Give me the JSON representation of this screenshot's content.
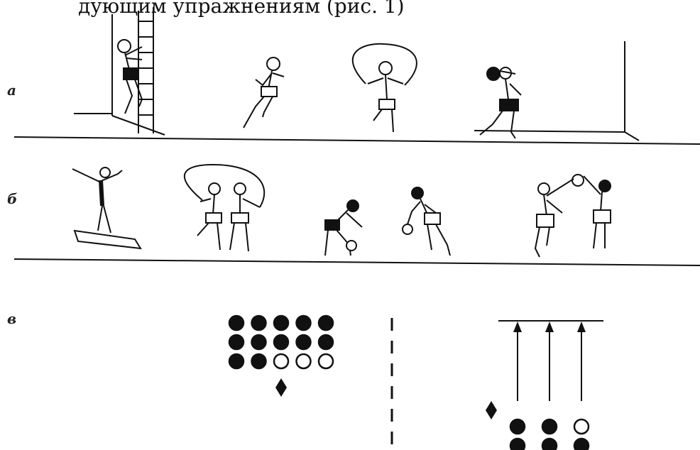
{
  "header": {
    "text": "дующим упражнениям (рис. 1)"
  },
  "rows": [
    {
      "label": "а",
      "items": [
        "wall-ladder-climber",
        "runner",
        "rope-jumper",
        "ball-thrower"
      ]
    },
    {
      "label": "б",
      "items": [
        "balance-beam-gymnast",
        "pair-rope-jumpers",
        "dribbler-left",
        "dribbler-right",
        "jump-ball-pair"
      ]
    },
    {
      "label": "в",
      "items": [
        "formation-grid",
        "dashed-divider",
        "column-formation-with-arrows"
      ]
    }
  ],
  "formation_grid": {
    "rows": [
      [
        "filled",
        "filled",
        "filled",
        "filled",
        "filled"
      ],
      [
        "filled",
        "filled",
        "filled",
        "filled",
        "filled"
      ],
      [
        "filled",
        "filled",
        "open",
        "open",
        "open"
      ]
    ],
    "leader_marker": "diamond"
  },
  "column_formation": {
    "arrows": 3,
    "rows": [
      [
        "filled",
        "filled",
        "open"
      ],
      [
        "filled",
        "filled",
        "filled"
      ]
    ],
    "leader_marker": "diamond"
  },
  "colors": {
    "ink": "#111111",
    "paper": "#ffffff"
  }
}
